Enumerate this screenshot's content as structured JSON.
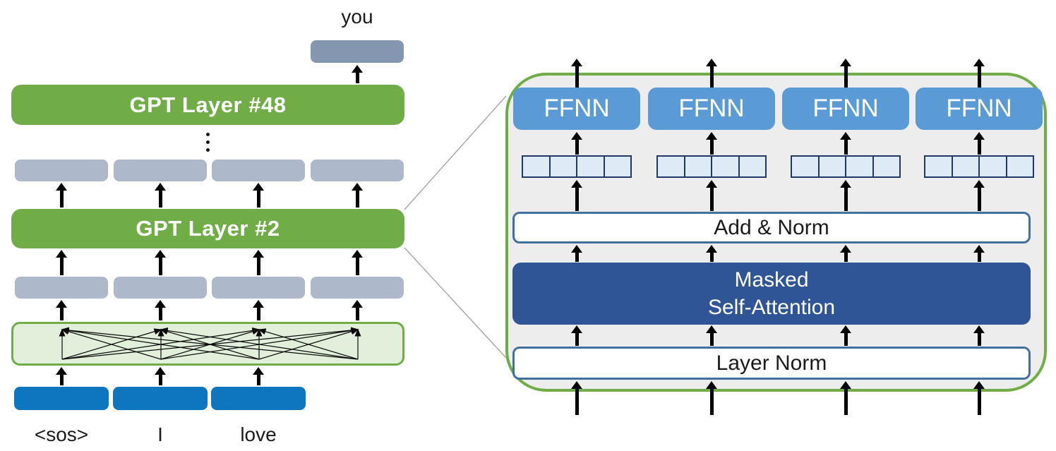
{
  "left_stack": {
    "output_token_label": "you",
    "gpt_layer_top_label": "GPT Layer #48",
    "gpt_layer_bottom_label": "GPT Layer #2",
    "input_token_labels": [
      "<sos>",
      "I",
      "love"
    ]
  },
  "detail_panel": {
    "ffnn_labels": [
      "FFNN",
      "FFNN",
      "FFNN",
      "FFNN"
    ],
    "add_norm_label": "Add & Norm",
    "masked_attention_lines": [
      "Masked",
      "Self-Attention"
    ],
    "layer_norm_label": "Layer Norm"
  },
  "colors": {
    "green": "#70AD47",
    "light_green_fill": "#E2EFDA",
    "gray_blue": "#ADB9CA",
    "dark_gray_blue": "#8496B0",
    "token_blue": "#0D76BF",
    "ffnn_blue": "#5B9BD5",
    "attention_navy": "#2F5597",
    "cell_fill": "#DEEBF7",
    "cell_border": "#1F3864",
    "norm_box_border": "#41719C",
    "panel_fill": "#EDEDED",
    "callout_line_gray": "#A6A6A6",
    "arrow_black": "#000000"
  }
}
